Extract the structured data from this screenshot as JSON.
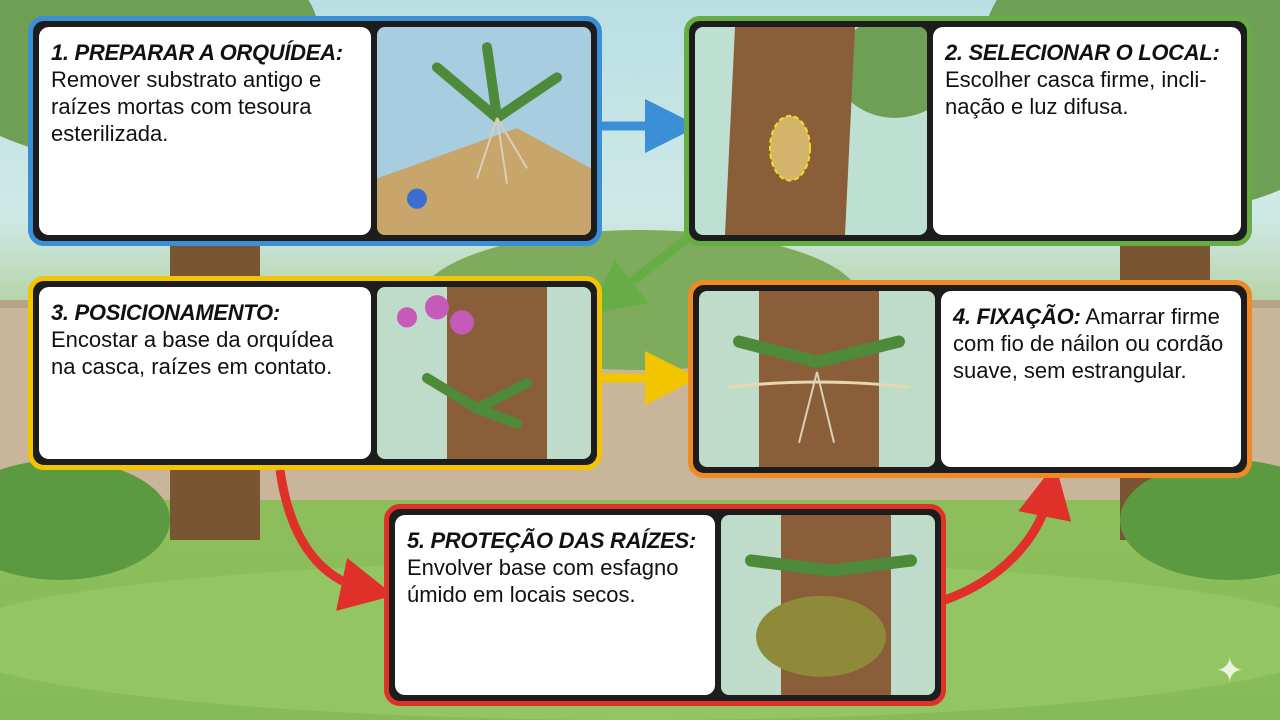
{
  "steps": [
    {
      "title": "1. PREPARAR A ORQUÍDEA:",
      "desc": "Remover substrato antigo e raízes mortas com tesoura esterilizada.",
      "color": "#3a8fd6"
    },
    {
      "title": "2. SELECIONAR O LOCAL:",
      "desc": "Escolher casca firme, incli-nação e luz difusa.",
      "color": "#66ad45"
    },
    {
      "title": "3. POSICIONAMENTO:",
      "desc": "Encostar a base da orquídea na casca, raízes em contato.",
      "color": "#f2c500"
    },
    {
      "title": "4. FIXAÇÃO:",
      "desc": "Amarrar firme com fio de náilon ou cordão suave, sem estrangular.",
      "color": "#f08a24"
    },
    {
      "title": "5. PROTEÇÃO DAS RAÍZES:",
      "desc": "Envolver base com esfagno úmido em locais secos.",
      "color": "#e0302a"
    }
  ]
}
